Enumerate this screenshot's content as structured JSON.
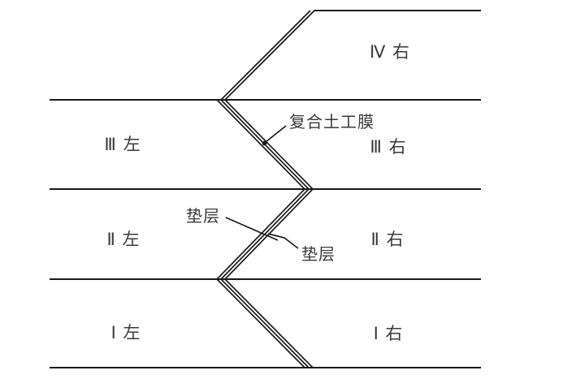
{
  "diagram": {
    "background_color": "#ffffff",
    "line_color": "#1a1a1a",
    "text_color": "#3a3a3a",
    "zones": [
      {
        "label": "Ⅳ 右"
      },
      {
        "label": "Ⅲ 左"
      },
      {
        "label": "Ⅲ 右"
      },
      {
        "label": "Ⅱ 左"
      },
      {
        "label": "Ⅱ 右"
      },
      {
        "label": "Ⅰ 左"
      },
      {
        "label": "Ⅰ 右"
      }
    ],
    "annotations": {
      "geomembrane_label": "复合土工膜",
      "cushion_left_label": "垫层",
      "cushion_right_label": "垫层"
    }
  }
}
